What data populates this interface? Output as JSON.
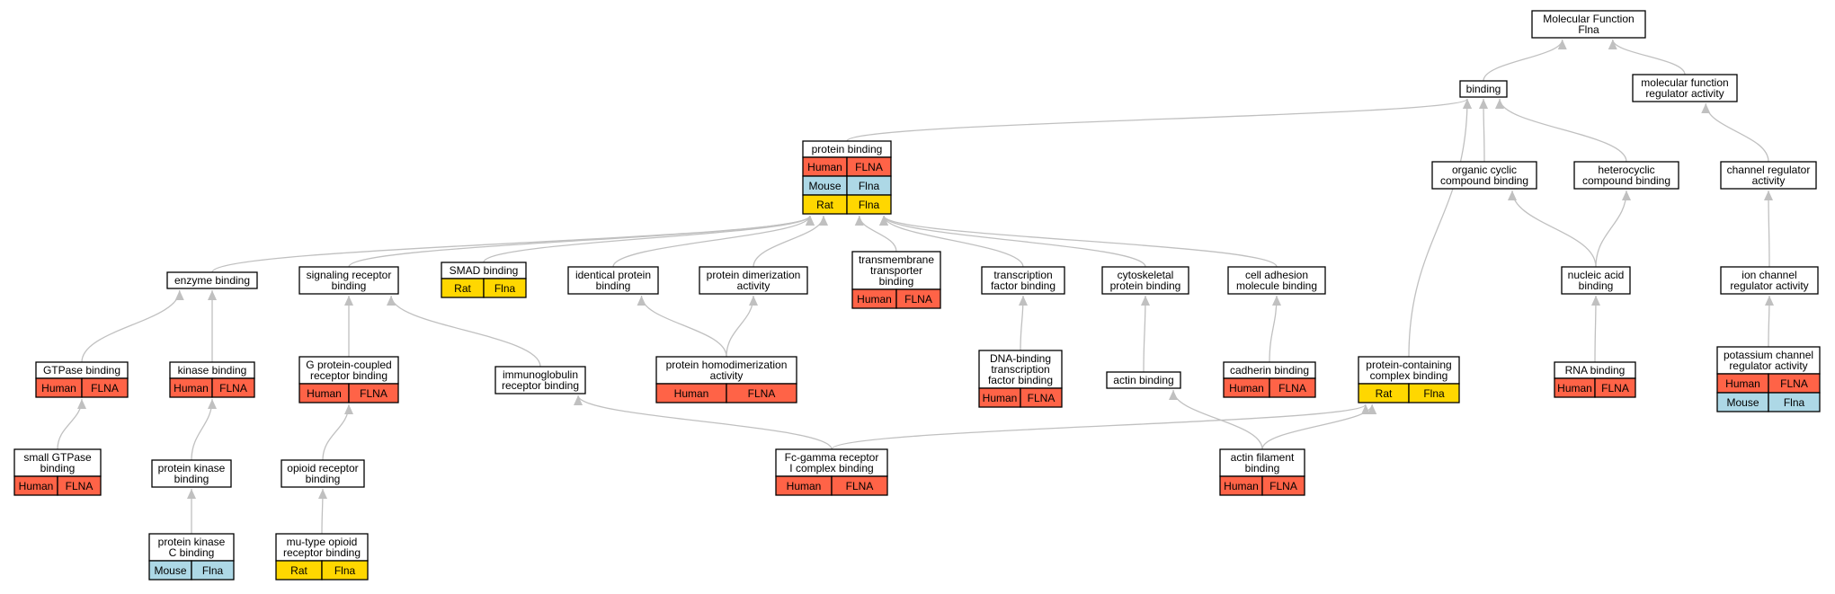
{
  "colors": {
    "human": "#ff6347",
    "mouse": "#add8e6",
    "rat": "#ffd700",
    "edge": "#c0c0c0",
    "border": "#000000"
  },
  "nodes": {
    "mf_root": {
      "label": [
        "Molecular Function",
        "Flna"
      ],
      "species": []
    },
    "binding": {
      "label": [
        "binding"
      ],
      "species": []
    },
    "mf_regulator": {
      "label": [
        "molecular function",
        "regulator activity"
      ],
      "species": []
    },
    "protein_binding": {
      "label": [
        "protein binding"
      ],
      "species": [
        {
          "organism": "Human",
          "gene": "FLNA",
          "color": "human"
        },
        {
          "organism": "Mouse",
          "gene": "Flna",
          "color": "mouse"
        },
        {
          "organism": "Rat",
          "gene": "Flna",
          "color": "rat"
        }
      ]
    },
    "organic_cyclic": {
      "label": [
        "organic cyclic",
        "compound binding"
      ],
      "species": []
    },
    "heterocyclic": {
      "label": [
        "heterocyclic",
        "compound binding"
      ],
      "species": []
    },
    "channel_regulator": {
      "label": [
        "channel regulator",
        "activity"
      ],
      "species": []
    },
    "enzyme_binding": {
      "label": [
        "enzyme binding"
      ],
      "species": []
    },
    "signaling_receptor": {
      "label": [
        "signaling receptor",
        "binding"
      ],
      "species": []
    },
    "smad_binding": {
      "label": [
        "SMAD binding"
      ],
      "species": [
        {
          "organism": "Rat",
          "gene": "Flna",
          "color": "rat"
        }
      ]
    },
    "identical_protein": {
      "label": [
        "identical protein",
        "binding"
      ],
      "species": []
    },
    "protein_dimerization": {
      "label": [
        "protein dimerization",
        "activity"
      ],
      "species": []
    },
    "transmembrane_transporter": {
      "label": [
        "transmembrane",
        "transporter",
        "binding"
      ],
      "species": [
        {
          "organism": "Human",
          "gene": "FLNA",
          "color": "human"
        }
      ]
    },
    "transcription_factor": {
      "label": [
        "transcription",
        "factor binding"
      ],
      "species": []
    },
    "cytoskeletal": {
      "label": [
        "cytoskeletal",
        "protein binding"
      ],
      "species": []
    },
    "cell_adhesion": {
      "label": [
        "cell adhesion",
        "molecule binding"
      ],
      "species": []
    },
    "nucleic_acid": {
      "label": [
        "nucleic acid",
        "binding"
      ],
      "species": []
    },
    "ion_channel": {
      "label": [
        "ion channel",
        "regulator activity"
      ],
      "species": []
    },
    "gtpase": {
      "label": [
        "GTPase binding"
      ],
      "species": [
        {
          "organism": "Human",
          "gene": "FLNA",
          "color": "human"
        }
      ]
    },
    "kinase": {
      "label": [
        "kinase binding"
      ],
      "species": [
        {
          "organism": "Human",
          "gene": "FLNA",
          "color": "human"
        }
      ]
    },
    "gpcr": {
      "label": [
        "G protein-coupled",
        "receptor binding"
      ],
      "species": [
        {
          "organism": "Human",
          "gene": "FLNA",
          "color": "human"
        }
      ]
    },
    "immunoglobulin": {
      "label": [
        "immunoglobulin",
        "receptor binding"
      ],
      "species": []
    },
    "homodimerization": {
      "label": [
        "protein homodimerization",
        "activity"
      ],
      "species": [
        {
          "organism": "Human",
          "gene": "FLNA",
          "color": "human"
        }
      ]
    },
    "dna_binding_tf": {
      "label": [
        "DNA-binding",
        "transcription",
        "factor binding"
      ],
      "species": [
        {
          "organism": "Human",
          "gene": "FLNA",
          "color": "human"
        }
      ]
    },
    "actin_binding": {
      "label": [
        "actin binding"
      ],
      "species": []
    },
    "cadherin": {
      "label": [
        "cadherin binding"
      ],
      "species": [
        {
          "organism": "Human",
          "gene": "FLNA",
          "color": "human"
        }
      ]
    },
    "protein_complex": {
      "label": [
        "protein-containing",
        "complex binding"
      ],
      "species": [
        {
          "organism": "Rat",
          "gene": "Flna",
          "color": "rat"
        }
      ]
    },
    "rna_binding": {
      "label": [
        "RNA binding"
      ],
      "species": [
        {
          "organism": "Human",
          "gene": "FLNA",
          "color": "human"
        }
      ]
    },
    "potassium_channel": {
      "label": [
        "potassium channel",
        "regulator activity"
      ],
      "species": [
        {
          "organism": "Human",
          "gene": "FLNA",
          "color": "human"
        },
        {
          "organism": "Mouse",
          "gene": "Flna",
          "color": "mouse"
        }
      ]
    },
    "small_gtpase": {
      "label": [
        "small GTPase",
        "binding"
      ],
      "species": [
        {
          "organism": "Human",
          "gene": "FLNA",
          "color": "human"
        }
      ]
    },
    "protein_kinase": {
      "label": [
        "protein kinase",
        "binding"
      ],
      "species": []
    },
    "opioid_receptor": {
      "label": [
        "opioid receptor",
        "binding"
      ],
      "species": []
    },
    "fc_gamma": {
      "label": [
        "Fc-gamma receptor",
        "I complex binding"
      ],
      "species": [
        {
          "organism": "Human",
          "gene": "FLNA",
          "color": "human"
        }
      ]
    },
    "actin_filament": {
      "label": [
        "actin filament",
        "binding"
      ],
      "species": [
        {
          "organism": "Human",
          "gene": "FLNA",
          "color": "human"
        }
      ]
    },
    "pkc_binding": {
      "label": [
        "protein kinase",
        "C binding"
      ],
      "species": [
        {
          "organism": "Mouse",
          "gene": "Flna",
          "color": "mouse"
        }
      ]
    },
    "mu_opioid": {
      "label": [
        "mu-type opioid",
        "receptor binding"
      ],
      "species": [
        {
          "organism": "Rat",
          "gene": "Flna",
          "color": "rat"
        }
      ]
    }
  },
  "edges": [
    [
      "binding",
      "mf_root"
    ],
    [
      "mf_regulator",
      "mf_root"
    ],
    [
      "protein_binding",
      "binding"
    ],
    [
      "organic_cyclic",
      "binding"
    ],
    [
      "heterocyclic",
      "binding"
    ],
    [
      "protein_complex",
      "binding"
    ],
    [
      "channel_regulator",
      "mf_regulator"
    ],
    [
      "enzyme_binding",
      "protein_binding"
    ],
    [
      "signaling_receptor",
      "protein_binding"
    ],
    [
      "smad_binding",
      "protein_binding"
    ],
    [
      "identical_protein",
      "protein_binding"
    ],
    [
      "protein_dimerization",
      "protein_binding"
    ],
    [
      "transmembrane_transporter",
      "protein_binding"
    ],
    [
      "transcription_factor",
      "protein_binding"
    ],
    [
      "cytoskeletal",
      "protein_binding"
    ],
    [
      "cell_adhesion",
      "protein_binding"
    ],
    [
      "nucleic_acid",
      "organic_cyclic"
    ],
    [
      "nucleic_acid",
      "heterocyclic"
    ],
    [
      "ion_channel",
      "channel_regulator"
    ],
    [
      "gtpase",
      "enzyme_binding"
    ],
    [
      "kinase",
      "enzyme_binding"
    ],
    [
      "gpcr",
      "signaling_receptor"
    ],
    [
      "immunoglobulin",
      "signaling_receptor"
    ],
    [
      "homodimerization",
      "identical_protein"
    ],
    [
      "homodimerization",
      "protein_dimerization"
    ],
    [
      "dna_binding_tf",
      "transcription_factor"
    ],
    [
      "actin_binding",
      "cytoskeletal"
    ],
    [
      "cadherin",
      "cell_adhesion"
    ],
    [
      "rna_binding",
      "nucleic_acid"
    ],
    [
      "potassium_channel",
      "ion_channel"
    ],
    [
      "small_gtpase",
      "gtpase"
    ],
    [
      "protein_kinase",
      "kinase"
    ],
    [
      "opioid_receptor",
      "gpcr"
    ],
    [
      "fc_gamma",
      "immunoglobulin"
    ],
    [
      "fc_gamma",
      "protein_complex"
    ],
    [
      "actin_filament",
      "actin_binding"
    ],
    [
      "actin_filament",
      "protein_complex"
    ],
    [
      "pkc_binding",
      "protein_kinase"
    ],
    [
      "mu_opioid",
      "opioid_receptor"
    ]
  ]
}
